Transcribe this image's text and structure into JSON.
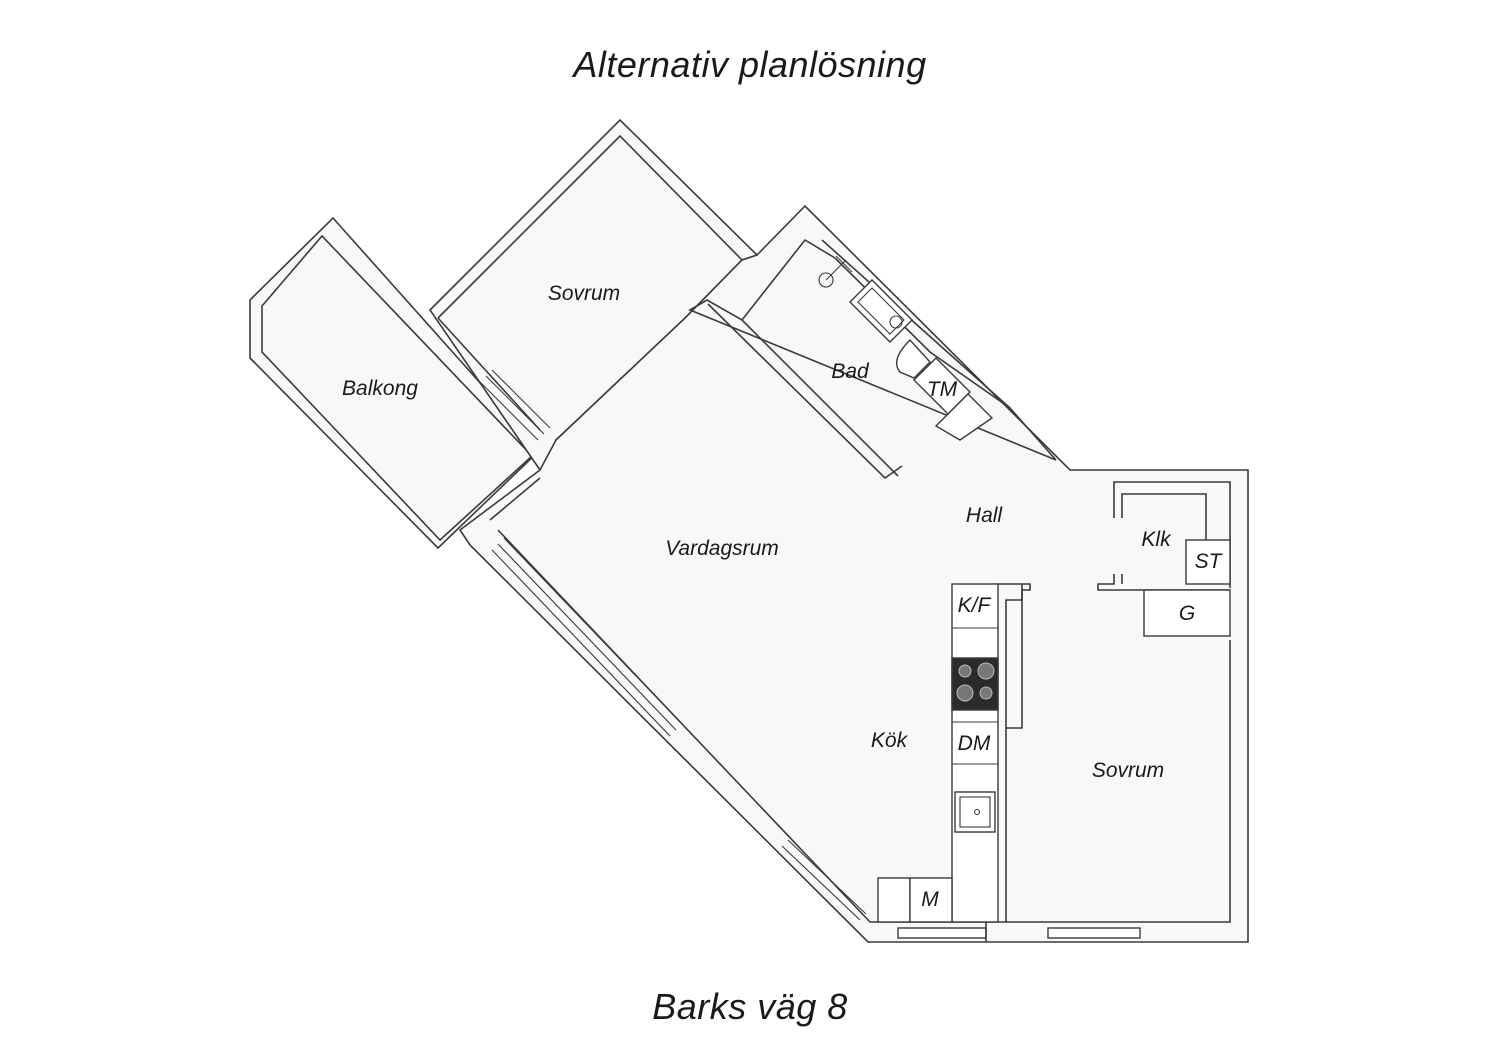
{
  "title": "Alternativ planlösning",
  "address": "Barks väg 8",
  "rooms": {
    "balkong": "Balkong",
    "sovrum_top": "Sovrum",
    "bad": "Bad",
    "tm": "TM",
    "hall": "Hall",
    "vardagsrum": "Vardagsrum",
    "klk": "Klk",
    "st": "ST",
    "kf": "K/F",
    "g": "G",
    "dm": "DM",
    "kok": "Kök",
    "sovrum_right": "Sovrum",
    "m": "M"
  },
  "colors": {
    "wall": "#3a3a3a",
    "floor": "#f8f8f8",
    "stove": "#2b2b2b"
  }
}
